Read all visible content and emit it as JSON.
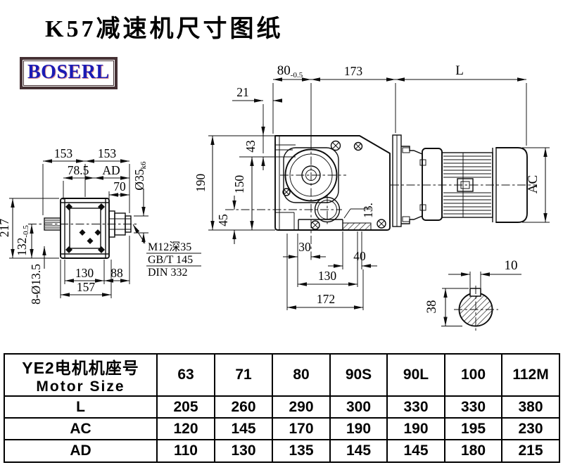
{
  "title": "K57减速机尺寸图纸",
  "logo": "BOSERL",
  "left_view": {
    "d153a": "153",
    "d153b": "153",
    "d78_5": "78.5",
    "dAD": "AD",
    "d70": "70",
    "d35_main": "Ø35",
    "d35_sub": "k6",
    "d217": "217",
    "d132_main": "132",
    "d132_sub": "-0.5",
    "d8holes": "8-Ø13.5",
    "d130": "130",
    "d88": "88",
    "d157": "157",
    "note1": "M12深35",
    "note2": "GB/T 145",
    "note3": "DIN 332"
  },
  "front_view": {
    "d80_main": "80",
    "d80_sub": "-0.5",
    "d173": "173",
    "dL": "L",
    "d21": "21",
    "d43": "43",
    "d150": "150",
    "d190": "190",
    "d45": "45",
    "d30": "30",
    "d40": "40",
    "d13": "13.",
    "d130": "130",
    "d172": "172",
    "dAC": "AC"
  },
  "shaft_section": {
    "d10": "10",
    "d38": "38"
  },
  "table": {
    "header_cn": "YE2电机机座号",
    "header_en": "Motor Size",
    "sizes": [
      "63",
      "71",
      "80",
      "90S",
      "90L",
      "100",
      "112M"
    ],
    "rows": [
      {
        "label": "L",
        "values": [
          "205",
          "260",
          "290",
          "300",
          "330",
          "330",
          "380"
        ]
      },
      {
        "label": "AC",
        "values": [
          "120",
          "145",
          "170",
          "190",
          "190",
          "195",
          "230"
        ]
      },
      {
        "label": "AD",
        "values": [
          "110",
          "130",
          "135",
          "145",
          "145",
          "180",
          "215"
        ]
      }
    ]
  }
}
